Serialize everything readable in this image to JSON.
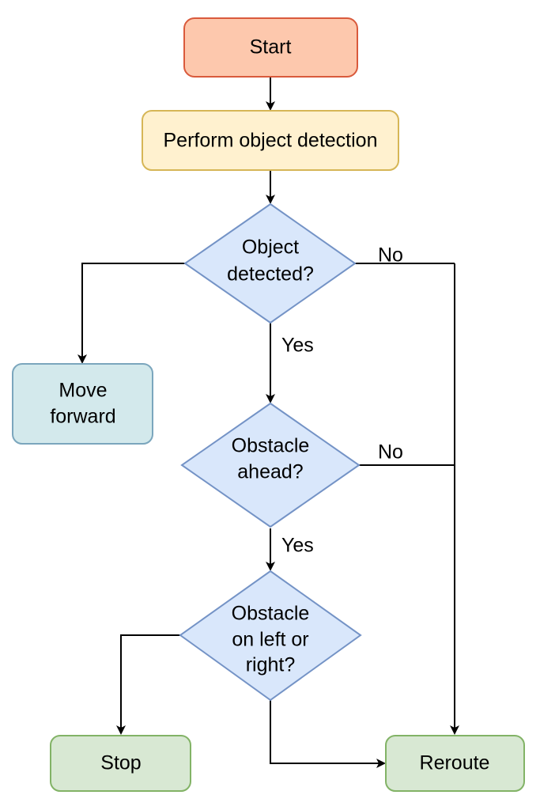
{
  "nodes": {
    "start": "Start",
    "detect": "Perform object detection",
    "object_detected": [
      "Object",
      "detected?"
    ],
    "move_forward": [
      "Move",
      "forward"
    ],
    "obstacle_ahead": [
      "Obstacle",
      "ahead?"
    ],
    "obstacle_side": [
      "Obstacle",
      "on left or",
      "right?"
    ],
    "stop": "Stop",
    "reroute": "Reroute"
  },
  "edges": {
    "no_1": "No",
    "yes_1": "Yes",
    "no_2": "No",
    "yes_2": "Yes"
  },
  "colors": {
    "start_fill": "#fdc8ad",
    "start_stroke": "#d95a3c",
    "process_fill": "#fff1cf",
    "process_stroke": "#d6b656",
    "decision_fill": "#d9e7fb",
    "decision_stroke": "#7493c6",
    "move_fill": "#d3e9ec",
    "move_stroke": "#7ba6bd",
    "end_fill": "#d8e8d3",
    "end_stroke": "#82b366",
    "line": "#000000"
  }
}
